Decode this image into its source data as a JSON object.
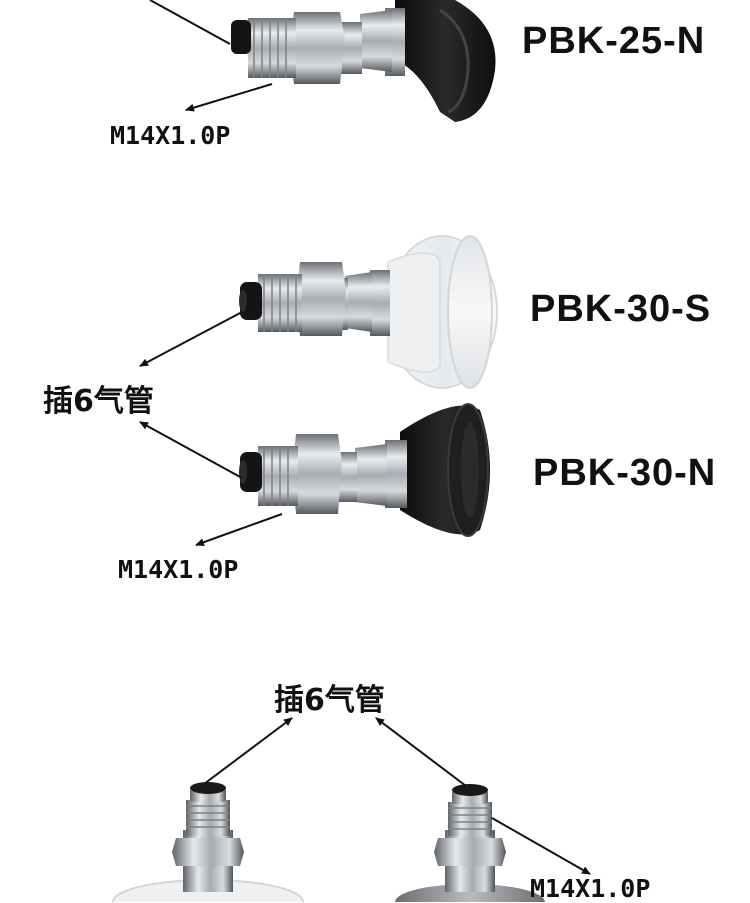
{
  "labels": {
    "model_1": "PBK-25-N",
    "model_2": "PBK-30-S",
    "model_3": "PBK-30-N",
    "thread_1": "M14X1.0P",
    "thread_2": "M14X1.0P",
    "thread_3": "M14X1.0P",
    "tube_1": "插6气管",
    "tube_2": "插6气管"
  },
  "colors": {
    "background": "#ffffff",
    "text": "#111111",
    "black_cup": "#1a1a1a",
    "clear_cup": "#f1f3f5",
    "metal": "#b9bcc0"
  }
}
